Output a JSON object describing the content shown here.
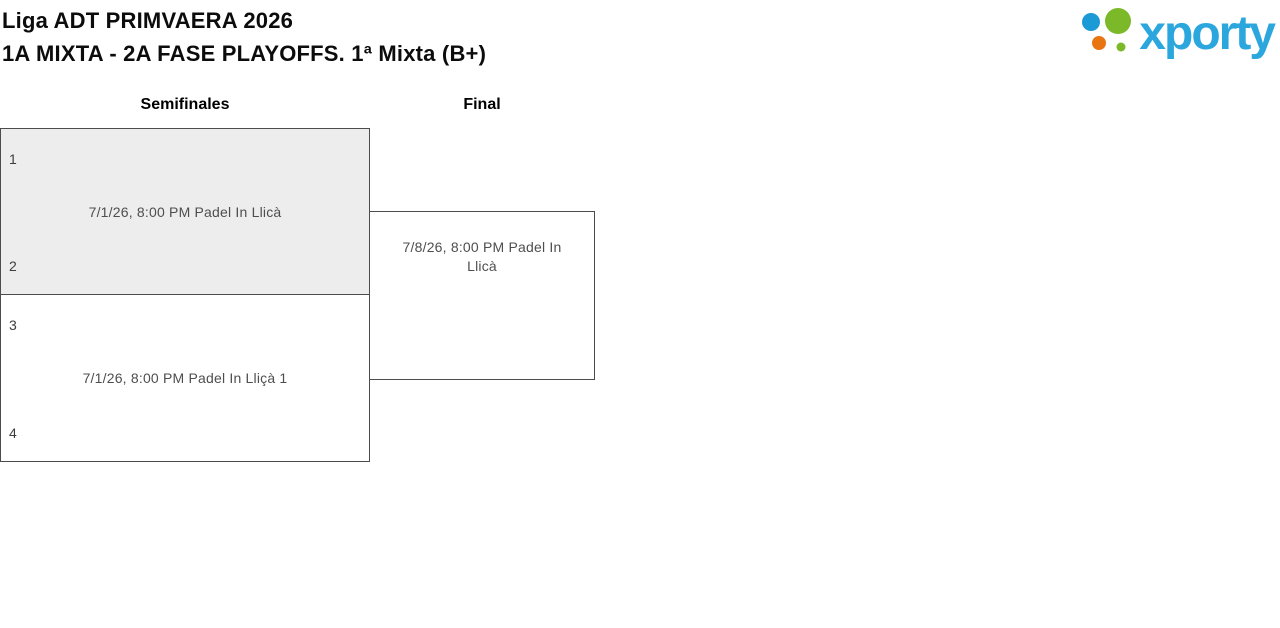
{
  "header": {
    "title_line1": "Liga ADT PRIMVAERA 2026",
    "title_line2": "1A MIXTA - 2A FASE PLAYOFFS. 1ª Mixta (B+)"
  },
  "logo": {
    "text": "xporty",
    "colors": {
      "blue": "#1c9ad6",
      "green": "#7cb928",
      "orange": "#e87511",
      "text_blue": "#2ba7de"
    }
  },
  "colors": {
    "match_highlight_bg": "#ededed",
    "match_border": "#4c4c4c"
  },
  "bracket": {
    "rounds": [
      {
        "label": "Semifinales"
      },
      {
        "label": "Final"
      }
    ],
    "semifinals": [
      {
        "seed_top": "1",
        "seed_bottom": "2",
        "info": "7/1/26, 8:00 PM Padel In Llicà"
      },
      {
        "seed_top": "3",
        "seed_bottom": "4",
        "info": "7/1/26, 8:00 PM Padel In Lliçà 1"
      }
    ],
    "final": {
      "info": "7/8/26, 8:00 PM Padel In Llicà"
    }
  }
}
